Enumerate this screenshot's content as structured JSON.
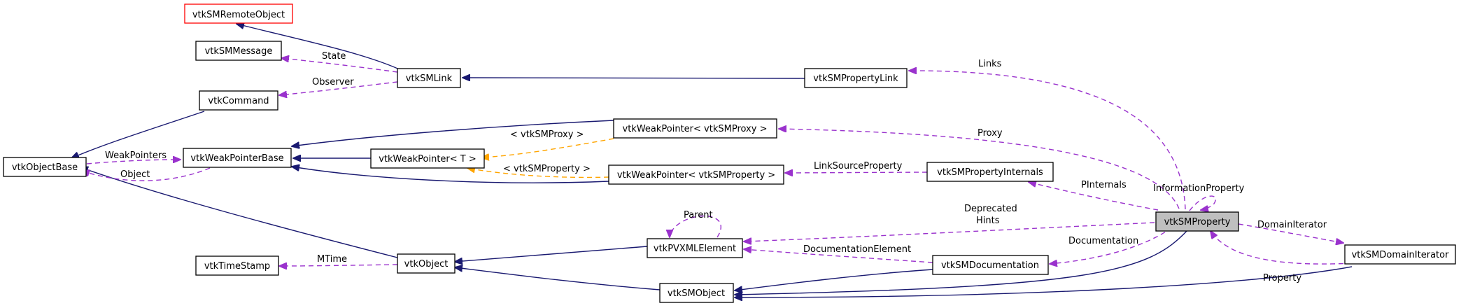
{
  "colors": {
    "inheritance_edge": "#191970",
    "usage_edge": "#9a32cd",
    "template_edge": "#ffa500",
    "focus_fill": "#bfbfbf",
    "undocumented_border": "#ff0000"
  },
  "nodes": {
    "remote_object": "vtkSMRemoteObject",
    "message": "vtkSMMessage",
    "command": "vtkCommand",
    "link": "vtkSMLink",
    "property_link": "vtkSMPropertyLink",
    "object_base": "vtkObjectBase",
    "weak_pointer_base": "vtkWeakPointerBase",
    "weak_pointer_t": "vtkWeakPointer< T >",
    "weak_pointer_proxy": "vtkWeakPointer< vtkSMProxy >",
    "weak_pointer_property": "vtkWeakPointer< vtkSMProperty >",
    "property_internals": "vtkSMPropertyInternals",
    "property": "vtkSMProperty",
    "pvxml_element": "vtkPVXMLElement",
    "time_stamp": "vtkTimeStamp",
    "object": "vtkObject",
    "documentation": "vtkSMDocumentation",
    "sm_object": "vtkSMObject",
    "domain_iterator": "vtkSMDomainIterator"
  },
  "edge_labels": {
    "state": "State",
    "observer": "Observer",
    "weak_pointers": "WeakPointers",
    "object": "Object",
    "links": "Links",
    "proxy": "Proxy",
    "tmpl_proxy": "< vtkSMProxy >",
    "tmpl_property": "< vtkSMProperty >",
    "link_source_property": "LinkSourceProperty",
    "pinternals": "PInternals",
    "information_property": "InformationProperty",
    "deprecated": "Deprecated",
    "hints": "Hints",
    "parent": "Parent",
    "documentation": "Documentation",
    "documentation_element": "DocumentationElement",
    "mtime": "MTime",
    "domain_iterator": "DomainIterator",
    "property": "Property"
  }
}
